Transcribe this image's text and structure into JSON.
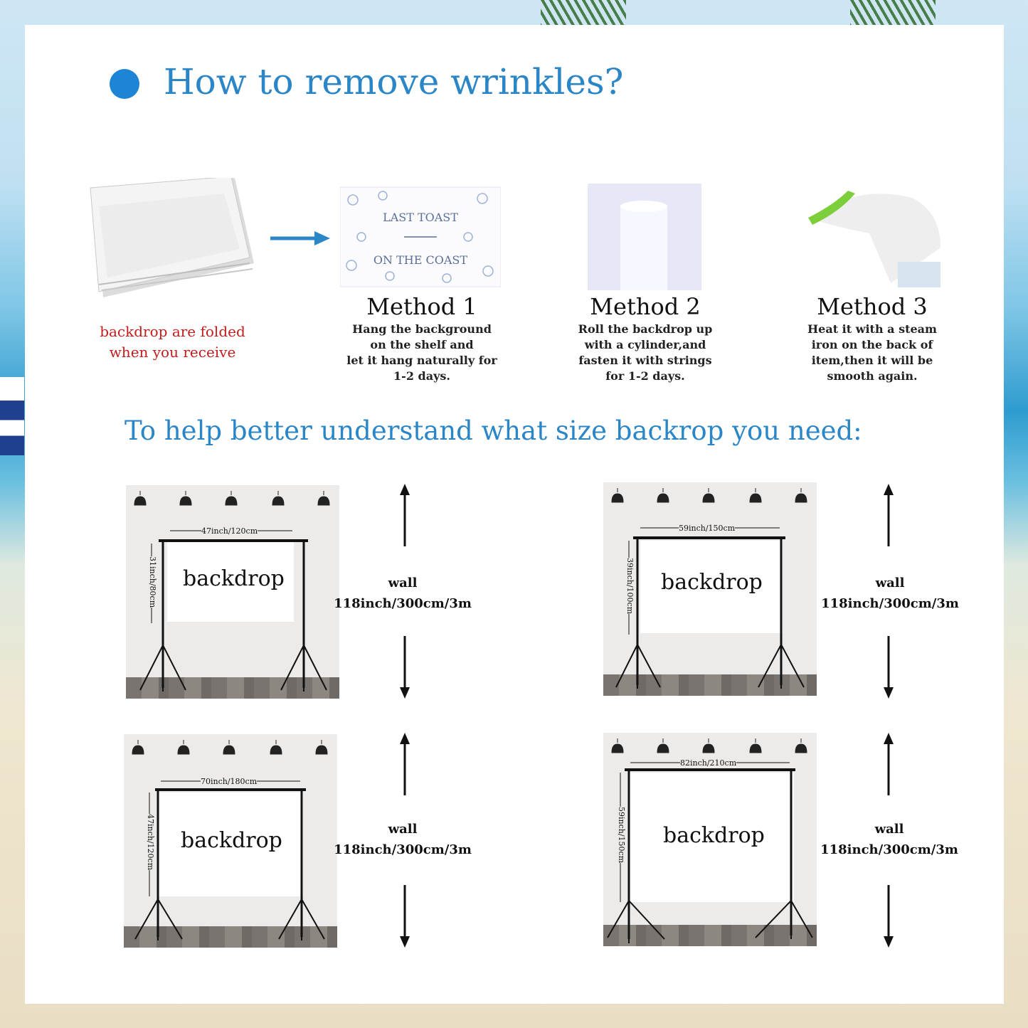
{
  "title": "How to remove wrinkles?",
  "folded_caption": "backdrop are folded\nwhen you receive",
  "methods": [
    {
      "title": "Method 1",
      "text": "Hang the background\non the shelf and\nlet it hang naturally for\n1-2 days."
    },
    {
      "title": "Method 2",
      "text": "Roll the backdrop up\nwith a cylinder,and\nfasten it with strings\nfor 1-2 days."
    },
    {
      "title": "Method 3",
      "text": "Heat it with a steam\niron on the back of\nitem,then it will be\nsmooth again."
    }
  ],
  "thumb_text": {
    "line1": "LAST TOAST",
    "line2": "ON THE COAST"
  },
  "subtitle": "To help better understand what size backrop you need:",
  "sizes": [
    {
      "width": "47inch/120cm",
      "height": "31inch/80cm",
      "label": "backdrop",
      "wall_label": "wall",
      "wall_size": "118inch/300cm/3m"
    },
    {
      "width": "59inch/150cm",
      "height": "39inch/100cm",
      "label": "backdrop",
      "wall_label": "wall",
      "wall_size": "118inch/300cm/3m"
    },
    {
      "width": "70inch/180cm",
      "height": "47inch/120cm",
      "label": "backdrop",
      "wall_label": "wall",
      "wall_size": "118inch/300cm/3m"
    },
    {
      "width": "82inch/210cm",
      "height": "59inch/150cm",
      "label": "backdrop",
      "wall_label": "wall",
      "wall_size": "118inch/300cm/3m"
    }
  ],
  "colors": {
    "title_blue": "#2a86c6",
    "dot_blue": "#1e84d6",
    "caption_red": "#c41c1c"
  }
}
